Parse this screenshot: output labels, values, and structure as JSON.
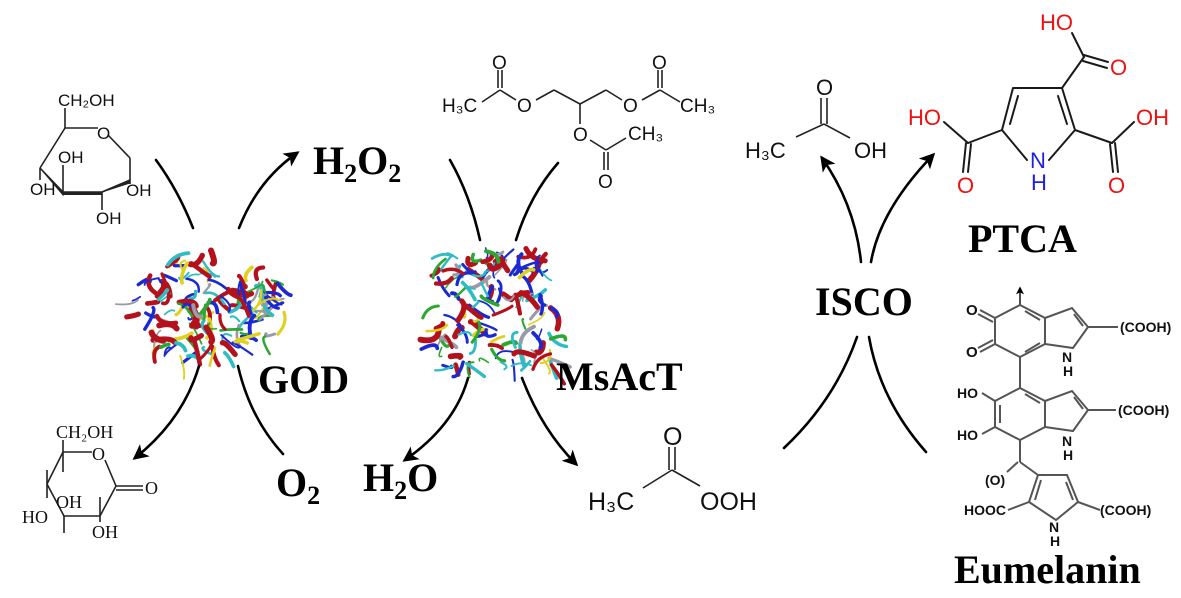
{
  "enzymes": {
    "god": {
      "label": "GOD"
    },
    "msact": {
      "label": "MsAcT"
    },
    "isco": {
      "label": "ISCO"
    }
  },
  "species": {
    "h2o2": {
      "main": "H",
      "sub1": "2",
      "mid": "O",
      "sub2": "2"
    },
    "o2": {
      "main": "O",
      "sub": "2"
    },
    "h2o": {
      "main": "H",
      "sub": "2",
      "tail": "O"
    }
  },
  "molecules": {
    "glucose": {
      "ch2oh": "CH₂OH",
      "ring_o": "O",
      "oh_inner": "OH",
      "oh_left": "OH",
      "oh_right": "OH",
      "oh_bottom": "OH"
    },
    "gluconolactone": {
      "ch2oh": "CH₂OH",
      "ring_o": "O",
      "carbonyl_o": "O",
      "oh_inner": "OH",
      "ho_left": "HO",
      "oh_bottom": "OH"
    },
    "triacetin": {
      "h3c_left": "H₃C",
      "o_left_ester": "O",
      "o_left_carbonyl": "O",
      "o_right_ester": "O",
      "o_right_carbonyl": "O",
      "ch3_right": "CH₃",
      "o_mid_ester": "O",
      "ch3_mid": "CH₃",
      "o_mid_carbonyl": "O"
    },
    "acetic_acid": {
      "h3c": "H₃C",
      "carbonyl_o": "O",
      "oh": "OH"
    },
    "peracetic_acid": {
      "h3c": "H₃C",
      "carbonyl_o": "O",
      "ooh": "OOH"
    },
    "ptca": {
      "name": "PTCA",
      "ho_top": "HO",
      "o_top": "O",
      "ho_left": "HO",
      "o_left": "O",
      "oh_right": "OH",
      "o_right": "O",
      "n": "N",
      "h": "H"
    },
    "eumelanin": {
      "name": "Eumelanin",
      "o_quinone_1": "O",
      "o_quinone_2": "O",
      "cooh_1": "(COOH)",
      "nh1_n": "N",
      "nh1_h": "H",
      "ho_1": "HO",
      "ho_2": "HO",
      "cooh_2": "(COOH)",
      "nh2_n": "N",
      "nh2_h": "H",
      "o_paren": "(O)",
      "hooc": "HOOC",
      "nh3_n": "N",
      "nh3_h": "H",
      "cooh_3": "(COOH)"
    }
  },
  "colors": {
    "heteroatom_o": "#ee1111",
    "heteroatom_n": "#1f1fe6",
    "helix": "#1a2ad0",
    "sheet": "#b3121c",
    "coil_cyan": "#2fbcc4",
    "coil_green": "#2aa832",
    "coil_yellow": "#e0d020"
  }
}
